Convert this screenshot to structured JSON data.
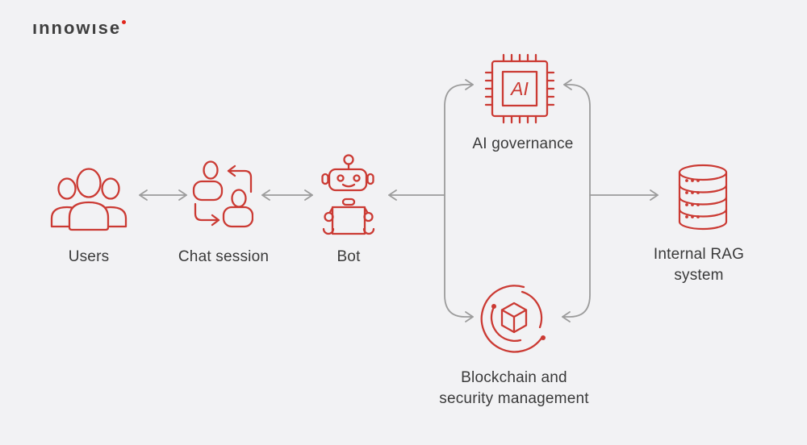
{
  "logo": {
    "text": "ınnowıse"
  },
  "colors": {
    "background": "#F2F2F4",
    "icon_red": "#CB3A33",
    "arrow_gray": "#9C9C9C",
    "label_text": "#3A3A3A",
    "logo_text": "#3F3F3F",
    "logo_dot": "#E1251B"
  },
  "nodes": {
    "users": {
      "label": "Users"
    },
    "chat_session": {
      "label": "Chat session"
    },
    "bot": {
      "label": "Bot"
    },
    "ai_governance": {
      "label": "AI governance",
      "chip_text": "AI"
    },
    "blockchain": {
      "label_line1": "Blockchain and",
      "label_line2": "security management"
    },
    "internal_rag": {
      "label_line1": "Internal RAG",
      "label_line2": "system"
    }
  },
  "connections": [
    {
      "from": "users",
      "to": "chat_session",
      "style": "double-arrow"
    },
    {
      "from": "chat_session",
      "to": "bot",
      "style": "double-arrow"
    },
    {
      "from": "hub",
      "to": "bot",
      "style": "arrow-into-bot"
    },
    {
      "from": "hub",
      "to": "ai_governance",
      "style": "curved-arrows-into-node-from-both-sides"
    },
    {
      "from": "hub",
      "to": "blockchain",
      "style": "curved-arrows-into-node-from-both-sides"
    },
    {
      "from": "hub",
      "to": "internal_rag",
      "style": "arrow-into-rag"
    }
  ]
}
